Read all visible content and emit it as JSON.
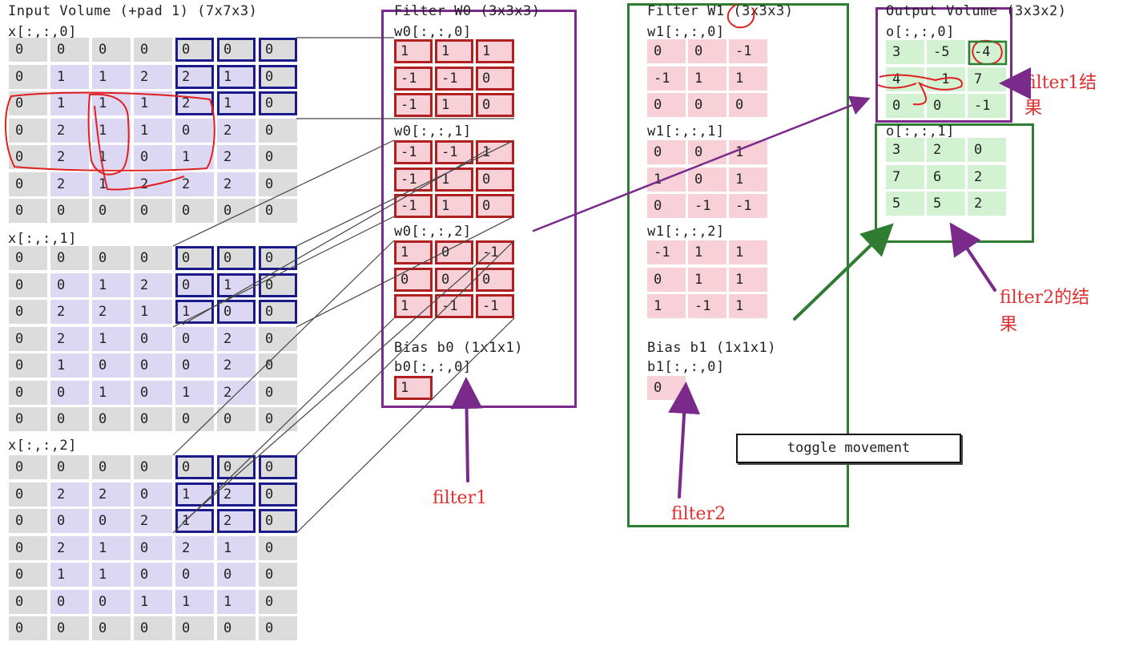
{
  "input": {
    "title": "Input Volume (+pad 1) (7x7x3)",
    "slice_labels": [
      "x[:,:,0]",
      "x[:,:,1]",
      "x[:,:,2]"
    ],
    "slices": [
      [
        [
          0,
          0,
          0,
          0,
          0,
          0,
          0
        ],
        [
          0,
          1,
          1,
          2,
          2,
          1,
          0
        ],
        [
          0,
          1,
          1,
          1,
          2,
          1,
          0
        ],
        [
          0,
          2,
          1,
          1,
          0,
          2,
          0
        ],
        [
          0,
          2,
          1,
          0,
          1,
          2,
          0
        ],
        [
          0,
          2,
          1,
          2,
          2,
          2,
          0
        ],
        [
          0,
          0,
          0,
          0,
          0,
          0,
          0
        ]
      ],
      [
        [
          0,
          0,
          0,
          0,
          0,
          0,
          0
        ],
        [
          0,
          0,
          1,
          2,
          0,
          1,
          0
        ],
        [
          0,
          2,
          2,
          1,
          1,
          0,
          0
        ],
        [
          0,
          2,
          1,
          0,
          0,
          2,
          0
        ],
        [
          0,
          1,
          0,
          0,
          0,
          2,
          0
        ],
        [
          0,
          0,
          1,
          0,
          1,
          2,
          0
        ],
        [
          0,
          0,
          0,
          0,
          0,
          0,
          0
        ]
      ],
      [
        [
          0,
          0,
          0,
          0,
          0,
          0,
          0
        ],
        [
          0,
          2,
          2,
          0,
          1,
          2,
          0
        ],
        [
          0,
          0,
          0,
          2,
          1,
          2,
          0
        ],
        [
          0,
          2,
          1,
          0,
          2,
          1,
          0
        ],
        [
          0,
          1,
          1,
          0,
          0,
          0,
          0
        ],
        [
          0,
          0,
          0,
          1,
          1,
          1,
          0
        ],
        [
          0,
          0,
          0,
          0,
          0,
          0,
          0
        ]
      ]
    ]
  },
  "filter0": {
    "title": "Filter W0 (3x3x3)",
    "slice_labels": [
      "w0[:,:,0]",
      "w0[:,:,1]",
      "w0[:,:,2]"
    ],
    "slices": [
      [
        [
          1,
          1,
          1
        ],
        [
          -1,
          -1,
          0
        ],
        [
          -1,
          1,
          0
        ]
      ],
      [
        [
          -1,
          -1,
          1
        ],
        [
          -1,
          1,
          0
        ],
        [
          -1,
          1,
          0
        ]
      ],
      [
        [
          1,
          0,
          -1
        ],
        [
          0,
          0,
          0
        ],
        [
          1,
          -1,
          -1
        ]
      ]
    ],
    "bias_title": "Bias b0 (1x1x1)",
    "bias_label": "b0[:,:,0]",
    "bias_value": "1"
  },
  "filter1": {
    "title": "Filter W1 (3x3x3)",
    "slice_labels": [
      "w1[:,:,0]",
      "w1[:,:,1]",
      "w1[:,:,2]"
    ],
    "slices": [
      [
        [
          0,
          0,
          -1
        ],
        [
          -1,
          1,
          1
        ],
        [
          0,
          0,
          0
        ]
      ],
      [
        [
          0,
          0,
          1
        ],
        [
          1,
          0,
          1
        ],
        [
          0,
          -1,
          -1
        ]
      ],
      [
        [
          -1,
          1,
          1
        ],
        [
          0,
          1,
          1
        ],
        [
          1,
          -1,
          1
        ]
      ]
    ],
    "bias_title": "Bias b1 (1x1x1)",
    "bias_label": "b1[:,:,0]",
    "bias_value": "0"
  },
  "output": {
    "title": "Output Volume (3x3x2)",
    "slice_labels": [
      "o[:,:,0]",
      "o[:,:,1]"
    ],
    "slices": [
      [
        [
          3,
          -5,
          -4
        ],
        [
          4,
          -1,
          7
        ],
        [
          0,
          0,
          -1
        ]
      ],
      [
        [
          3,
          2,
          0
        ],
        [
          7,
          6,
          2
        ],
        [
          5,
          5,
          2
        ]
      ]
    ]
  },
  "button": {
    "toggle_label": "toggle movement"
  },
  "notes": {
    "filter1": "filter1",
    "filter2": "filter2",
    "filter1_result_line1": "filter1结",
    "filter1_result_line2": "果",
    "filter2_result_line1": "filter2的结",
    "filter2_result_line2": "果"
  },
  "colors": {
    "input_pad": "#dcdcdc",
    "input_cell": "#dcd8f4",
    "filter_cell": "#f8d0d8",
    "output_cell": "#d2f2d2",
    "filter1_box": "#7a2a8a",
    "filter2_box": "#2e7d32",
    "annotation": "#e03030"
  }
}
